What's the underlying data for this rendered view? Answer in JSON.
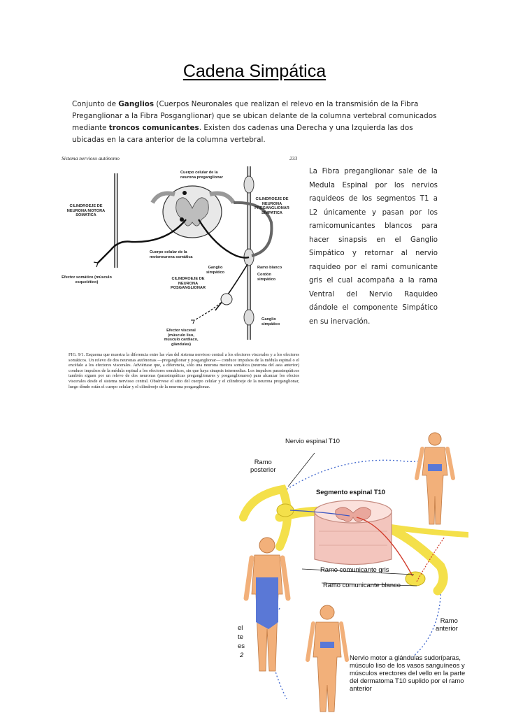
{
  "page": {
    "title": "Cadena Simpática",
    "intro": {
      "p1": "Conjunto de ",
      "b1": "Ganglios",
      "p2": " (Cuerpos Neuronales que realizan el relevo en la transmisión de la Fibra Preganglionar a la Fibra Posganglionar) que se ubican delante de la columna vertebral comunicados mediante ",
      "b2": "troncos comunicantes",
      "p3": ". Existen dos cadenas una Derecha y una Izquierda las dos ubicadas en la cara anterior de la columna vertebral."
    },
    "side_text": "La Fibra preganglionar sale de la Medula Espinal por los nervios raquideos de los segmentos T1 a L2 únicamente y pasan por los ramicomunicantes blancos para hacer sinapsis en el Ganglio Simpático y retornar al nervio raquideo por el rami comunicante gris el cual acompaña a la rama Ventral del Nervio Raquideo dándole el componente Simpático en su inervación."
  },
  "figure1": {
    "header": "Sistema nervioso autónomo",
    "page_num": "233",
    "labels": {
      "cuerpo_pre": "Cuerpo celular de la neurona preganglionar",
      "cil_motora": "CILINDROEJE DE NEURONA MOTORA SOMATICA",
      "cil_pre": "CILINDROEJE DE NEURONA PREGANGLIONAR SIMPATICA",
      "cuerpo_motor": "Cuerpo celular de la motoneurona somática",
      "ganglio_simp": "Ganglio simpático",
      "ramo_blanco": "Ramo blanco",
      "cordon": "Cordón simpático",
      "efector_som": "Efector somático (músculo esquelético)",
      "cil_pos": "CILINDROEJE DE NEURONA POSGANGLIONAR",
      "ganglio_simp2": "Ganglio simpático",
      "efector_visc": "Efector visceral (músculo liso, músculo cardiaco, glándulas)"
    },
    "caption": "FIG. 9/1. Esquema que muestra la diferencia entre las vías del sistema nervioso central a los efectores viscerales y a los efectores somáticos. Un relevo de dos neuronas autónomas —preganglionar y posganglionar— conduce impulsos de la médula espinal o el encéfalo a los efectores viscerales. Adviértase que, a diferencia, sólo una neurona motora somática (neurona del asta anterior) conduce impulsos de la médula espinal a los efectores somáticos, sin que haya sinapsis intermedias. Los impulsos parasimpáticos también siguen por un relevo de dos neuronas (parasimpáticas preganglionares y posganglionares) para alcanzar los efectos viscerales desde el sistema nervioso central. Obsérvese el sitio del cuerpo celular y el cilindroeje de la neurona preganglionar, luego dónde están el cuerpo celular y el cilindroeje de la neurona posganglionar."
  },
  "figure2": {
    "nervio_espinal": "Nervio espinal T10",
    "ramo_posterior": "Ramo\nposterior",
    "segmento": "Segmento espinal T10",
    "ramo_gris": "Ramo comunicante gris",
    "ramo_blanco": "Ramo comunicante blanco",
    "ramo_anterior": "Ramo\nanterior",
    "nervio_motor": "Nervio motor a glándulas sudoríparas, músculo liso de los vasos sanguíneos y músculos erectores del vello en la parte del dermatoma T10 suplido por el ramo anterior",
    "fragments": [
      "el",
      "te",
      "es",
      "2"
    ]
  },
  "colors": {
    "nerve_yellow": "#f4e04a",
    "skin": "#f2b07a",
    "dermatome_blue": "#5a78d6",
    "spinal_pink": "#f3c5bd"
  }
}
